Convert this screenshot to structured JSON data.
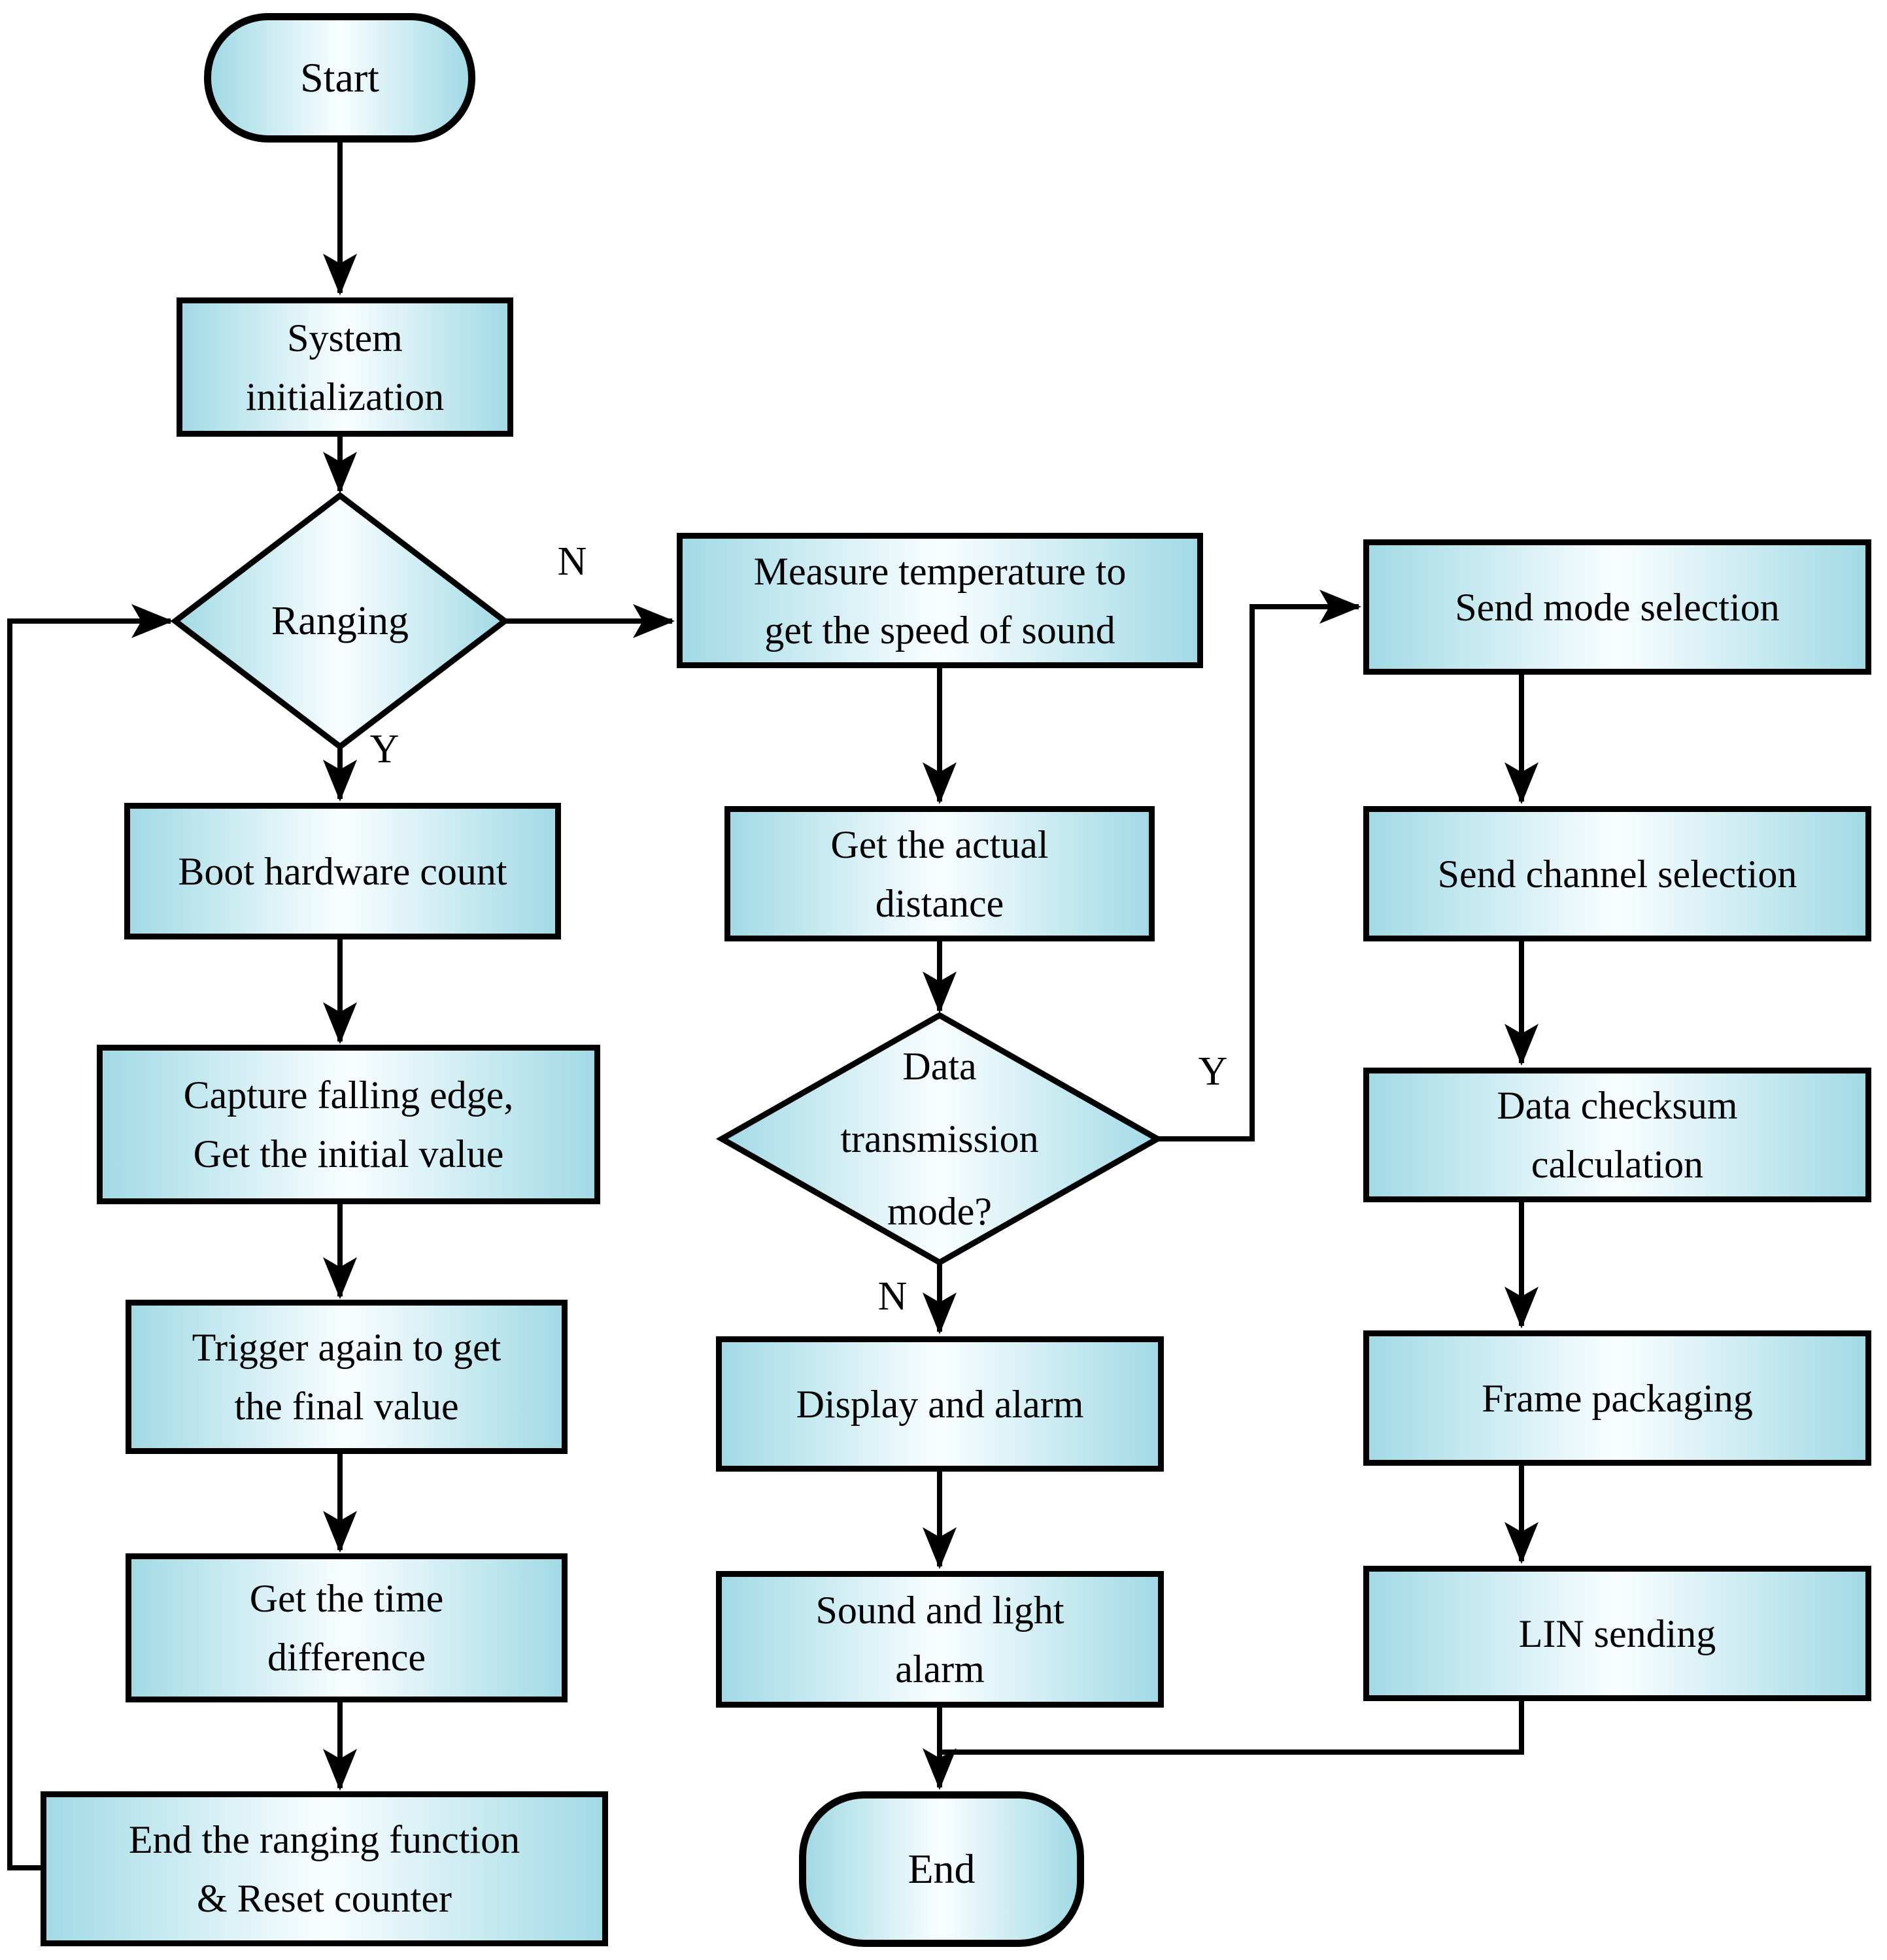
{
  "colors": {
    "node_fill_edge": "#a2dae6",
    "node_fill_center": "#f9feff",
    "node_border": "#000000",
    "connector": "#000000",
    "text": "#000000",
    "background": "#ffffff"
  },
  "nodes": {
    "start": {
      "type": "terminator",
      "label": "Start"
    },
    "system_init": {
      "type": "process",
      "lines": [
        "System",
        "initialization"
      ]
    },
    "ranging": {
      "type": "decision",
      "label": "Ranging"
    },
    "boot_count": {
      "type": "process",
      "lines": [
        "Boot hardware count"
      ]
    },
    "capture": {
      "type": "process",
      "lines": [
        "Capture falling edge,",
        "Get the initial value"
      ]
    },
    "trigger": {
      "type": "process",
      "lines": [
        "Trigger again to get",
        "the final value"
      ]
    },
    "time_diff": {
      "type": "process",
      "lines": [
        "Get the time",
        "difference"
      ]
    },
    "end_ranging": {
      "type": "process",
      "lines": [
        "End the ranging function",
        "& Reset counter"
      ]
    },
    "measure": {
      "type": "process",
      "lines": [
        "Measure temperature to",
        "get the speed of sound"
      ]
    },
    "distance": {
      "type": "process",
      "lines": [
        "Get the actual",
        "distance"
      ]
    },
    "data_mode": {
      "type": "decision",
      "lines": [
        "Data",
        "transmission",
        "mode?"
      ]
    },
    "display_alarm": {
      "type": "process",
      "lines": [
        "Display and alarm"
      ]
    },
    "sound_alarm": {
      "type": "process",
      "lines": [
        "Sound and light",
        "alarm"
      ]
    },
    "end": {
      "type": "terminator",
      "label": "End"
    },
    "send_mode": {
      "type": "process",
      "lines": [
        "Send mode selection"
      ]
    },
    "send_channel": {
      "type": "process",
      "lines": [
        "Send channel selection"
      ]
    },
    "checksum": {
      "type": "process",
      "lines": [
        "Data checksum",
        "calculation"
      ]
    },
    "frame_pkg": {
      "type": "process",
      "lines": [
        "Frame packaging"
      ]
    },
    "lin_send": {
      "type": "process",
      "lines": [
        "LIN sending"
      ]
    }
  },
  "edge_labels": {
    "ranging_no": "N",
    "ranging_yes": "Y",
    "mode_yes": "Y",
    "mode_no": "N"
  }
}
